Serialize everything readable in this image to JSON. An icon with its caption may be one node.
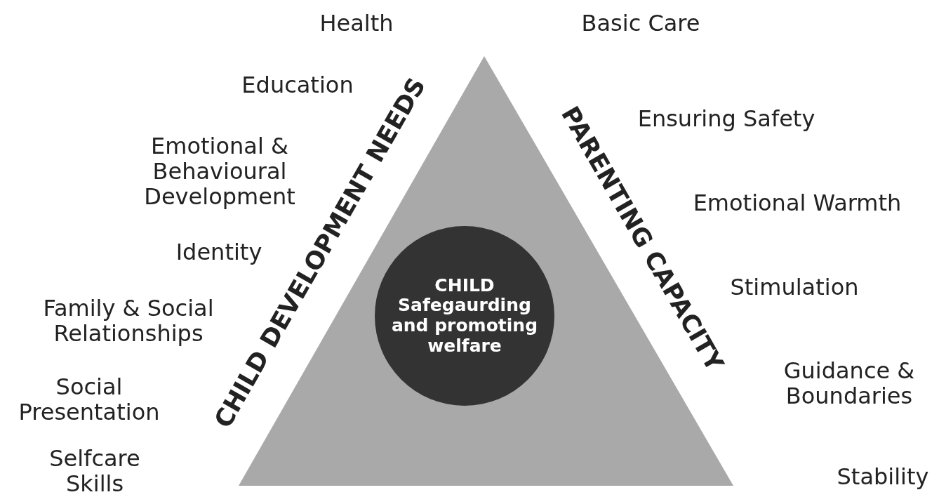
{
  "diagram": {
    "nodes": [
      {
        "text": [
          "CHILD DEVELOPMENT NEEDS",
          "PARENTING CAPACITY"
        ]
      },
      {
        "text": [
          "CHILD",
          "Safegaurding and promoting welfare"
        ],
        "in": 0
      }
    ],
    "edges": [],
    "labels": [
      "Health",
      "Basic Care",
      "Education",
      "Ensuring Safety",
      "Emotional & Behavioural Development",
      "Emotional Warmth",
      "Identity",
      "Stimulation",
      "Family & Social Relationships",
      "Guidance & Boundaries",
      "Social Presentation",
      "Stability",
      "Selfcare Skills"
    ]
  }
}
